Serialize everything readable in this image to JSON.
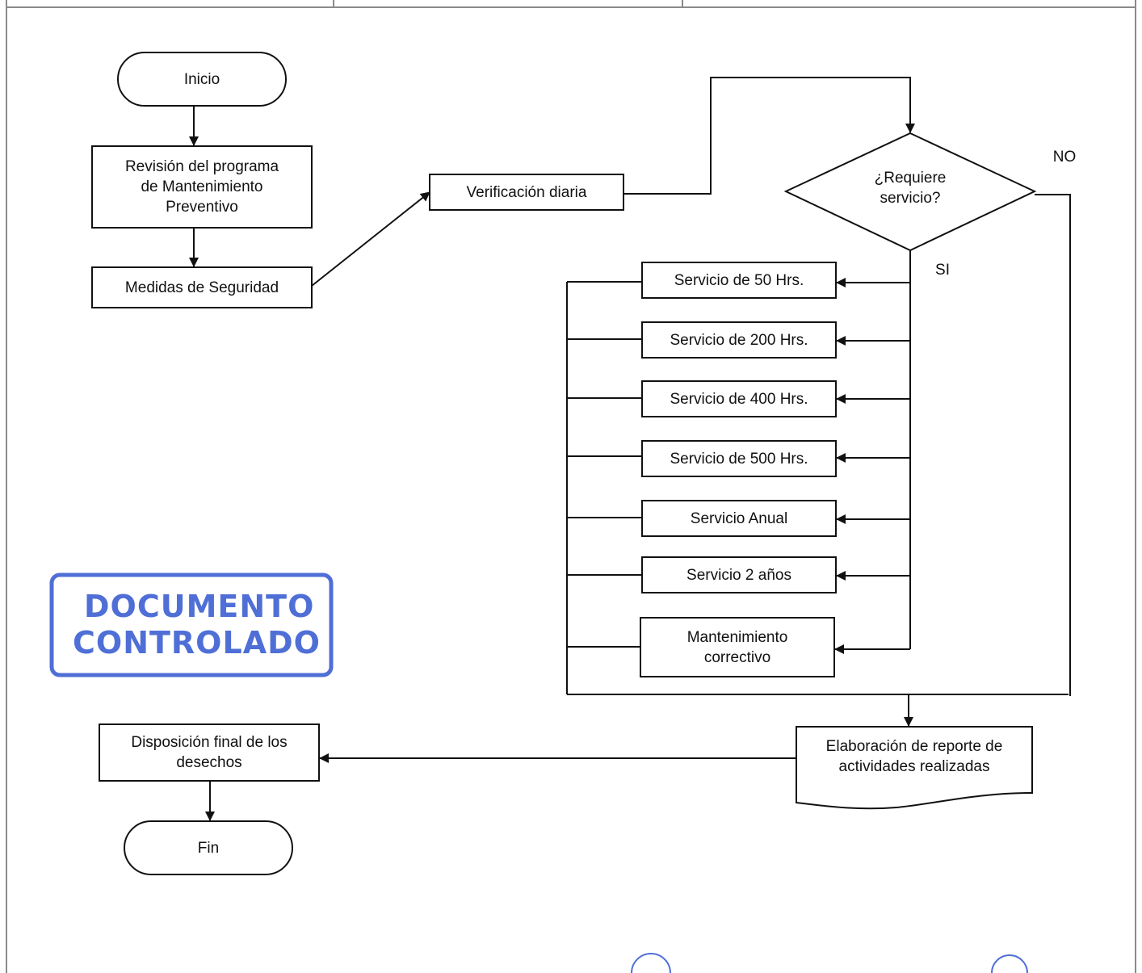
{
  "flowchart": {
    "start": "Inicio",
    "step_revision": "Revisión del programa\nde Mantenimiento\nPreventivo",
    "step_safety": "Medidas de Seguridad",
    "step_daily_check": "Verificación diaria",
    "decision": "¿Requiere\nservicio?",
    "branch_no": "NO",
    "branch_yes": "SI",
    "services": [
      "Servicio de 50 Hrs.",
      "Servicio de 200 Hrs.",
      "Servicio de 400 Hrs.",
      "Servicio de 500 Hrs.",
      "Servicio Anual",
      "Servicio 2 años",
      "Mantenimiento\ncorrectivo"
    ],
    "report": "Elaboración de reporte de\nactividades realizadas",
    "disposal": "Disposición final de los\ndesechos",
    "end": "Fin"
  },
  "stamp": {
    "line1": "DOCUMENTO",
    "line2": "CONTROLADO",
    "color": "#4f6fd6"
  }
}
